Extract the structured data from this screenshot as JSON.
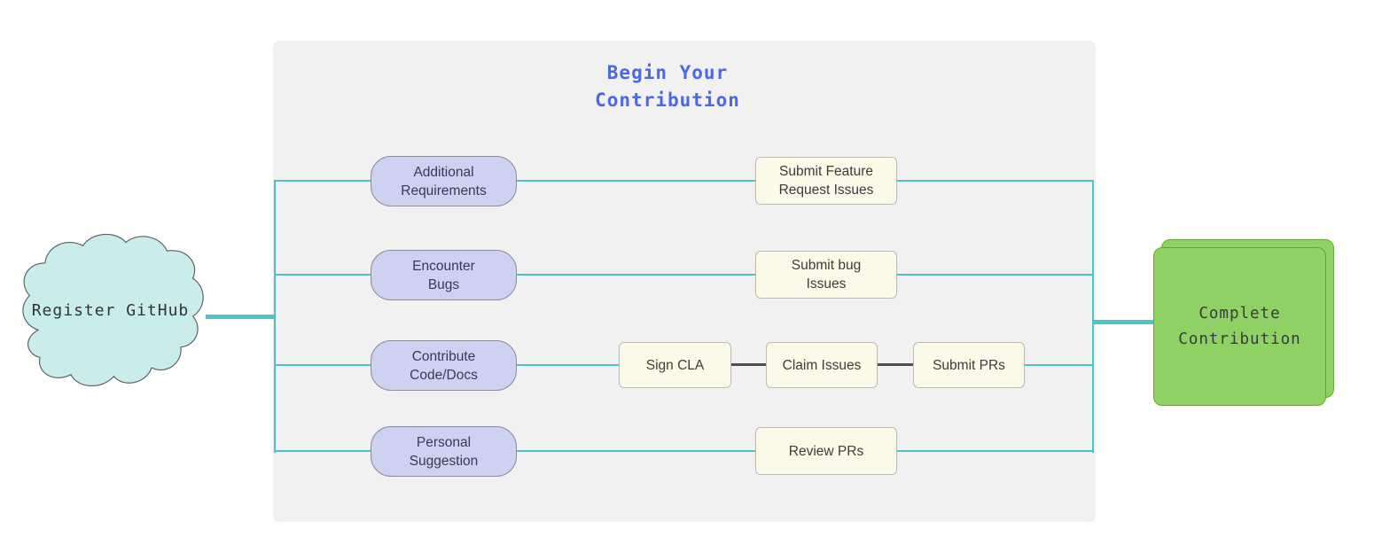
{
  "diagram": {
    "start": {
      "label": "Register GitHub"
    },
    "panel_title": "Begin Your\nContribution",
    "rows": [
      {
        "source": "Additional\nRequirements",
        "steps": [
          "Submit Feature\nRequest Issues"
        ]
      },
      {
        "source": "Encounter\nBugs",
        "steps": [
          "Submit bug\nIssues"
        ]
      },
      {
        "source": "Contribute\nCode/Docs",
        "steps": [
          "Sign CLA",
          "Claim Issues",
          "Submit PRs"
        ]
      },
      {
        "source": "Personal\nSuggestion",
        "steps": [
          "Review PRs"
        ]
      }
    ],
    "end": {
      "label": "Complete\nContribution"
    }
  },
  "colors": {
    "accent_line": "#4cc3cb",
    "dark_line": "#4d4d4d",
    "title_text": "#4a69e2",
    "source_node_fill": "#cdd2f2",
    "source_node_border": "#8d8d98",
    "step_node_fill": "#fbf9e7",
    "step_node_border": "#bcbcb2",
    "start_node_fill": "#c9eded",
    "start_node_border": "#5e5e5e",
    "end_node_fill": "#8ed164",
    "end_node_border": "#63a438",
    "panel_fill": "#f1f1f1"
  }
}
